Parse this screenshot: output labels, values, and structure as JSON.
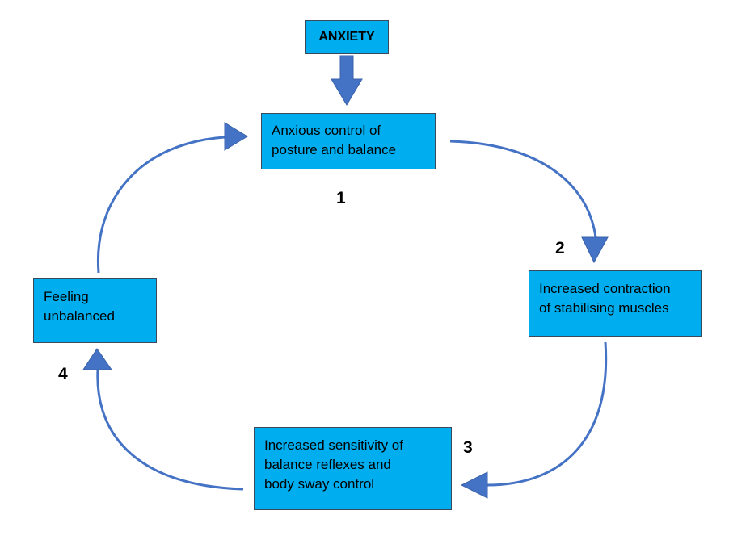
{
  "colors": {
    "box_fill": "#00aeef",
    "arrow": "#4472c4"
  },
  "trigger": {
    "label": "ANXIETY"
  },
  "steps": [
    {
      "number": "1",
      "text": "Anxious control of\nposture and balance"
    },
    {
      "number": "2",
      "text": "Increased contraction\nof stabilising muscles"
    },
    {
      "number": "3",
      "text": "Increased sensitivity of\nbalance reflexes and\nbody sway control"
    },
    {
      "number": "4",
      "text": "Feeling\nunbalanced"
    }
  ]
}
